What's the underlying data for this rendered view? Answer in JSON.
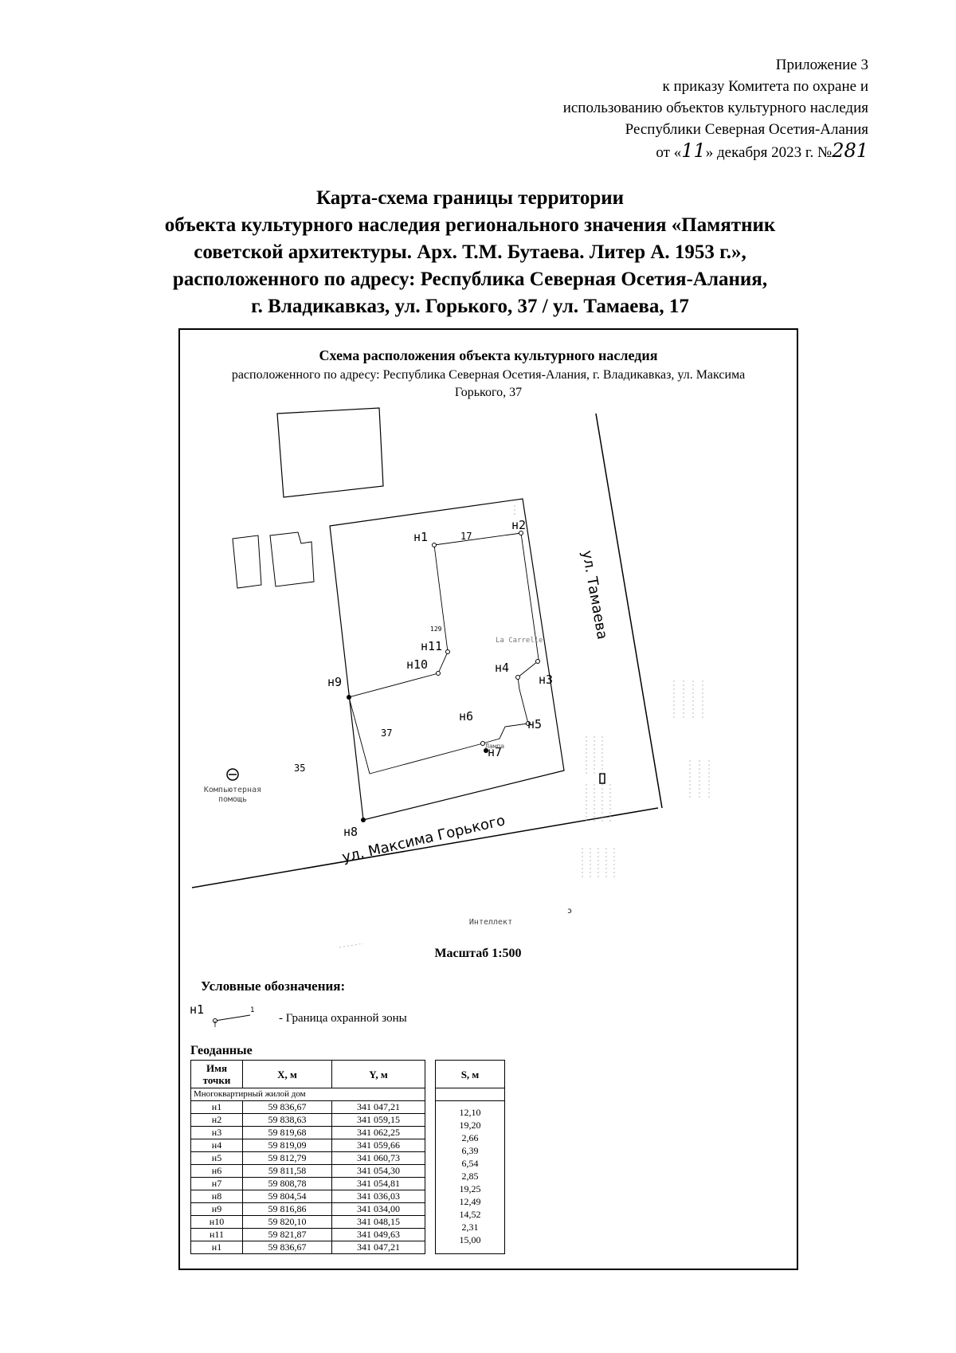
{
  "header": {
    "line1": "Приложение 3",
    "line2": "к приказу Комитета по охране и",
    "line3": "использованию объектов культурного наследия",
    "line4": "Республики Северная Осетия-Алания",
    "line5_prefix": "от «",
    "line5_day": "11",
    "line5_mid": "» декабря 2023 г. №",
    "line5_num": "281"
  },
  "title": {
    "line1": "Карта-схема границы территории",
    "line2": "объекта культурного наследия регионального значения «Памятник",
    "line3": "советской архитектуры. Арх. Т.М. Бутаева.  Литер А. 1953 г.»,",
    "line4": "расположенного по адресу: Республика Северная Осетия-Алания,",
    "line5": "г. Владикавказ, ул.  Горького, 37 / ул. Тамаева, 17"
  },
  "scheme": {
    "title": "Схема расположения объекта культурного наследия",
    "sub1": "расположенного по адресу:  Республика Северная Осетия-Алания, г. Владикавказ, ул. Максима",
    "sub2": "Горького, 37",
    "street_tamaeva": "ул. Тамаева",
    "street_gorkogo": "ул. Максима Горького",
    "num_17": "17",
    "num_37": "37",
    "num_35": "35",
    "num_129": "129",
    "poi_computer_1": "Компьютерная",
    "poi_computer_2": "помощь",
    "poi_intellect": "Интеллект",
    "poi_carre": "La Carrelle",
    "poi_lamp": "Лампа",
    "points": {
      "n1": "н1",
      "n2": "н2",
      "n3": "н3",
      "n4": "н4",
      "n5": "н5",
      "n6": "н6",
      "n7": "н7",
      "n8": "н8",
      "n9": "н9",
      "n10": "н10",
      "n11": "н11"
    }
  },
  "scale": "Масштаб 1:500",
  "legend": {
    "title": "Условные обозначения:",
    "sample_point": "н1",
    "sample_tick": "1",
    "boundary_label": "- Граница охранной зоны"
  },
  "geodata": {
    "title": "Геоданные",
    "headers": {
      "name": "Имя точки",
      "x": "X, м",
      "y": "Y, м",
      "s": "S, м"
    },
    "section": "Многоквартирный жилой дом",
    "rows": [
      {
        "name": "н1",
        "x": "59 836,67",
        "y": "341 047,21"
      },
      {
        "name": "н2",
        "x": "59 838,63",
        "y": "341 059,15"
      },
      {
        "name": "н3",
        "x": "59 819,68",
        "y": "341 062,25"
      },
      {
        "name": "н4",
        "x": "59 819,09",
        "y": "341 059,66"
      },
      {
        "name": "н5",
        "x": "59 812,79",
        "y": "341 060,73"
      },
      {
        "name": "н6",
        "x": "59 811,58",
        "y": "341 054,30"
      },
      {
        "name": "н7",
        "x": "59 808,78",
        "y": "341 054,81"
      },
      {
        "name": "н8",
        "x": "59 804,54",
        "y": "341 036,03"
      },
      {
        "name": "н9",
        "x": "59 816,86",
        "y": "341 034,00"
      },
      {
        "name": "н10",
        "x": "59 820,10",
        "y": "341 048,15"
      },
      {
        "name": "н11",
        "x": "59 821,87",
        "y": "341 049,63"
      },
      {
        "name": "н1",
        "x": "59 836,67",
        "y": "341 047,21"
      }
    ],
    "distances": [
      "12,10",
      "19,20",
      "2,66",
      "6,39",
      "6,54",
      "2,85",
      "19,25",
      "12,49",
      "14,52",
      "2,31",
      "15,00"
    ]
  }
}
